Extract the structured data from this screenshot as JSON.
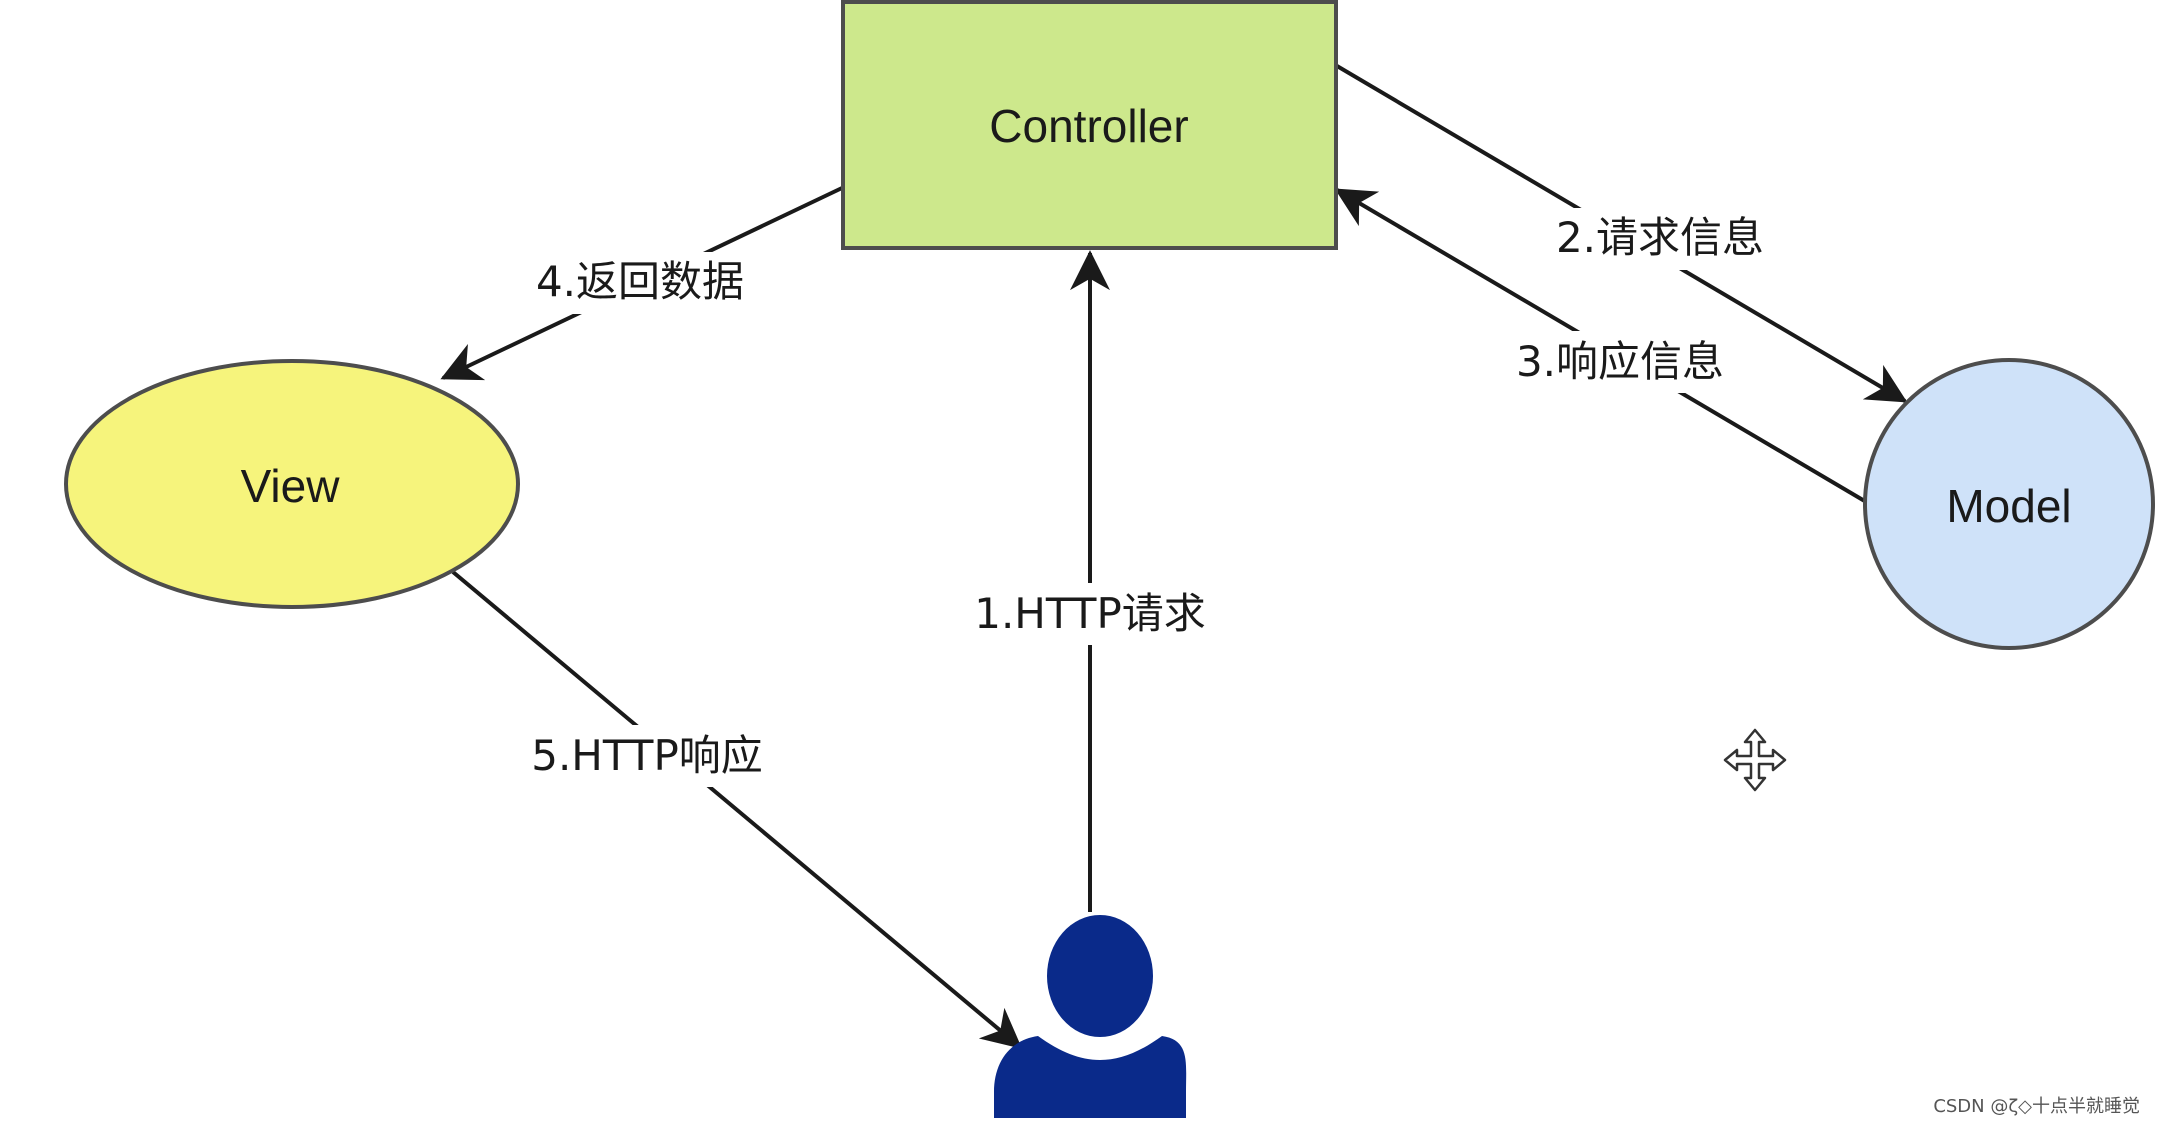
{
  "nodes": {
    "controller": {
      "label": "Controller",
      "fill": "#cde88c",
      "stroke": "#4d4d4d"
    },
    "view": {
      "label": "View",
      "fill": "#f6f47c",
      "stroke": "#4d4d4d"
    },
    "model": {
      "label": "Model",
      "fill": "#cfe2f9",
      "stroke": "#4d4d4d"
    },
    "user": {
      "fill": "#0a2a8a"
    }
  },
  "edges": {
    "http_request": {
      "label": "1.HTTP请求"
    },
    "request_info": {
      "label": "2.请求信息"
    },
    "response_info": {
      "label": "3.响应信息"
    },
    "return_data": {
      "label": "4.返回数据"
    },
    "http_response": {
      "label": "5.HTTP响应"
    }
  },
  "icons": {
    "move": "move-icon"
  },
  "watermark": {
    "text": "CSDN @ζ◇十点半就睡觉"
  }
}
